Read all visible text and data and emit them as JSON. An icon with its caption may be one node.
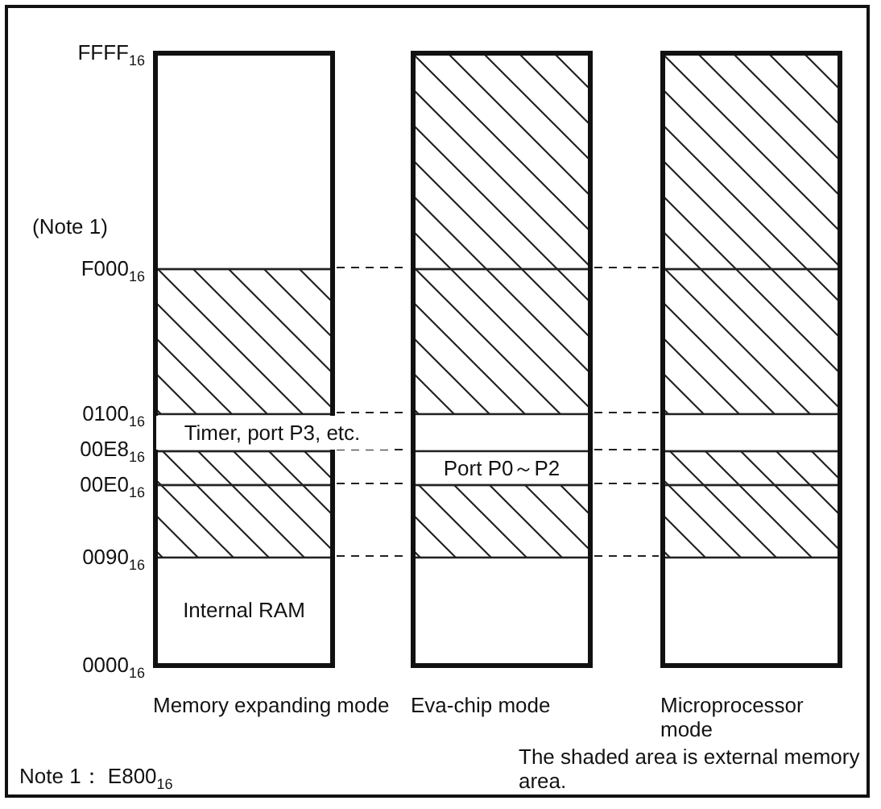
{
  "diagram": {
    "nodes": [
      {
        "text": [
          "Memory expanding mode"
        ]
      },
      {
        "text": [
          "Eva-chip mode"
        ]
      },
      {
        "text": [
          "Microprocessor mode"
        ]
      },
      {
        "text": [
          "Timer, port P3, etc."
        ]
      },
      {
        "text": [
          "Internal RAM"
        ],
        "in": 0
      },
      {
        "text": [
          "Port P0～P2"
        ],
        "in": 1
      }
    ],
    "edges": [],
    "labels": [
      "FFFF$_{16}$",
      "(Note 1)",
      "F000$_{16}$",
      "0100$_{16}$",
      "00E8$_{16}$",
      "00E0$_{16}$",
      "0090$_{16}$",
      "0000$_{16}$",
      "The shaded area is external memory area.",
      "Note 1： E800$_{16}$"
    ]
  }
}
